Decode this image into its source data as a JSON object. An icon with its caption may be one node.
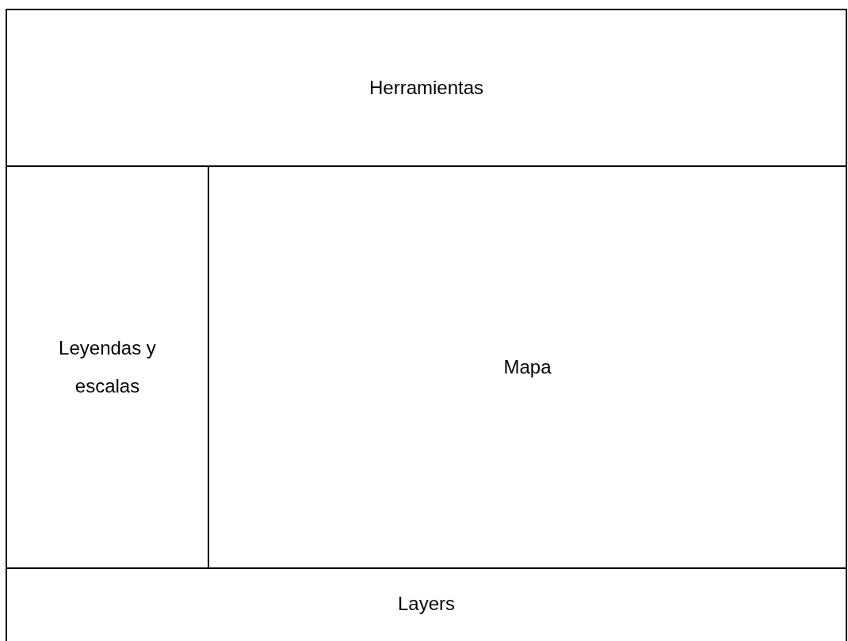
{
  "diagram": {
    "nodes": [
      {
        "text": [
          "Herramientas"
        ]
      },
      {
        "text": [
          "Leyendas y escalas"
        ]
      },
      {
        "text": [
          "Mapa"
        ]
      },
      {
        "text": [
          "Layers"
        ]
      }
    ]
  }
}
